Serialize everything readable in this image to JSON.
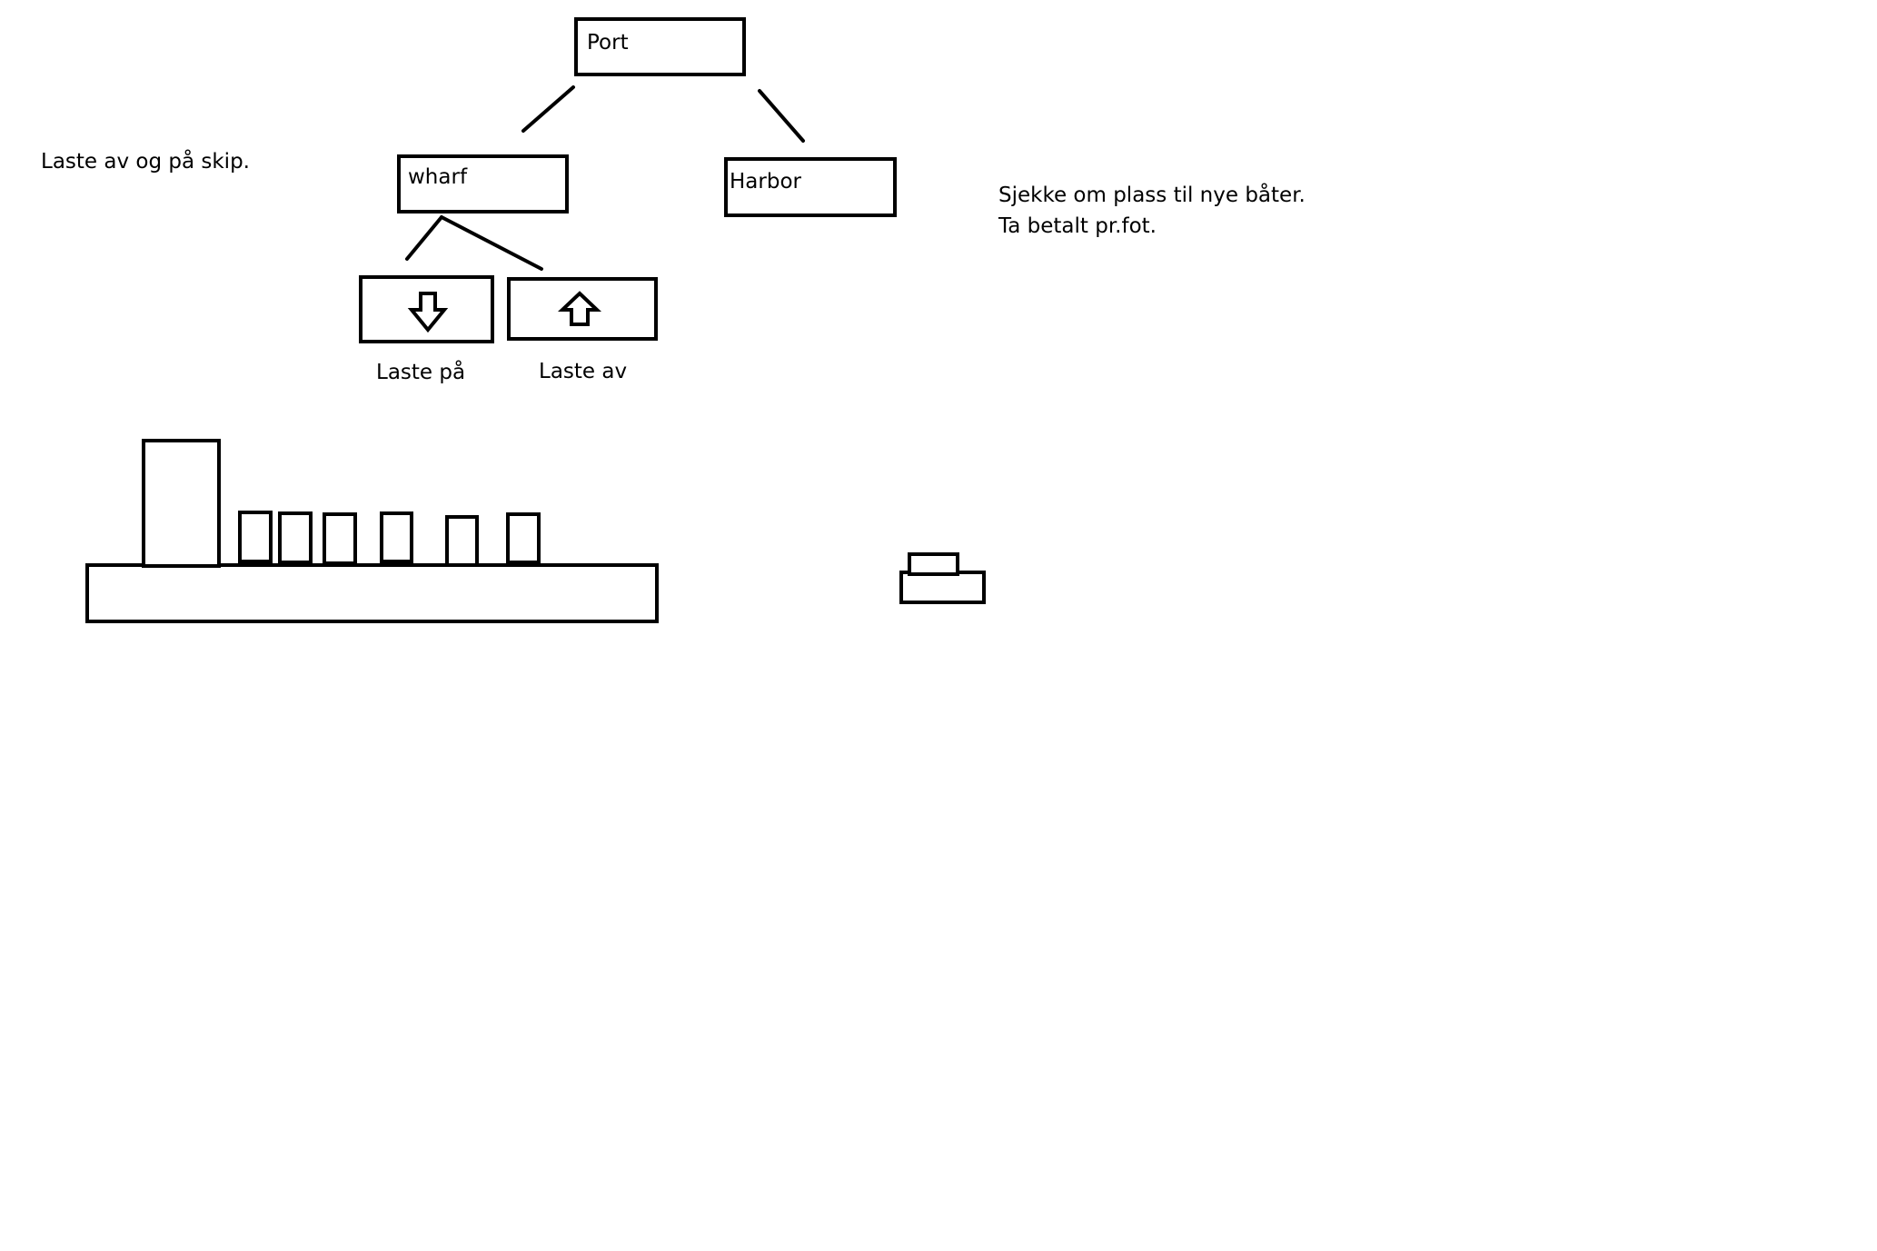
{
  "nodes": {
    "port": {
      "label": "Port"
    },
    "wharf": {
      "label": "wharf"
    },
    "harbor": {
      "label": "Harbor"
    },
    "load": {
      "label": "Laste på",
      "icon": "arrow-down-icon"
    },
    "unload": {
      "label": "Laste av",
      "icon": "arrow-up-icon"
    }
  },
  "notes": {
    "wharf_note": "Laste av og på skip.",
    "harbor_note_line1": "Sjekke om plass til nye båter.",
    "harbor_note_line2": "Ta betalt pr.fot."
  },
  "colors": {
    "stroke": "#000000",
    "background": "#ffffff"
  }
}
